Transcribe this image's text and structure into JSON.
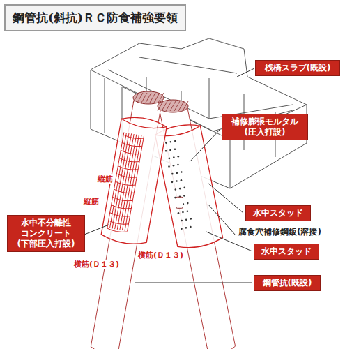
{
  "diagram": {
    "title": "鋼管抗(斜抗)ＲＣ防食補強要領",
    "nodes": [
      {
        "text": [
          "桟橋スラブ(既設)"
        ]
      },
      {
        "text": [
          "補修膨張モルタル (圧入打設)"
        ]
      },
      {
        "text": [
          "水中スタッド"
        ]
      },
      {
        "text": [
          "水中不分離性 コンクリート (下部圧入打設)"
        ]
      },
      {
        "text": [
          "水中スタッド"
        ]
      },
      {
        "text": [
          "鋼管抗(既設)"
        ]
      }
    ],
    "labels": [
      "縦筋",
      "縦筋",
      "横筋(Ｄ１３)",
      "横筋(Ｄ１３)",
      "腐食穴補修鋼鈑(溶接)"
    ]
  }
}
